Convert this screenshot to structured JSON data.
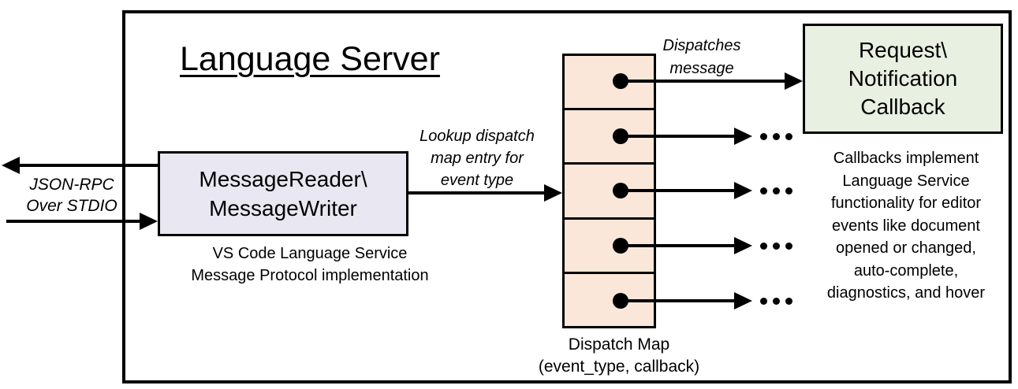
{
  "colors": {
    "outline": "#000000",
    "reader_box_fill": "#E9E7F1",
    "dispatch_map_fill": "#FBE7D9",
    "callback_box_fill": "#E8F0E1"
  },
  "diagram": {
    "title": "Language Server",
    "io_label": "JSON-RPC\nOver STDIO",
    "reader_box_label": "MessageReader\\\nMessageWriter",
    "reader_caption": "VS Code Language Service\nMessage Protocol implementation",
    "lookup_label": "Lookup dispatch\nmap entry for\nevent type",
    "dispatches_label": "Dispatches\nmessage",
    "callback_box_label": "Request\\\nNotification\nCallback",
    "callbacks_note": "Callbacks implement\nLanguage Service\nfunctionality for editor\nevents like document\nopened or changed,\nauto-complete,\ndiagnostics, and hover",
    "map_caption": "Dispatch Map\n(event_type, callback)"
  }
}
